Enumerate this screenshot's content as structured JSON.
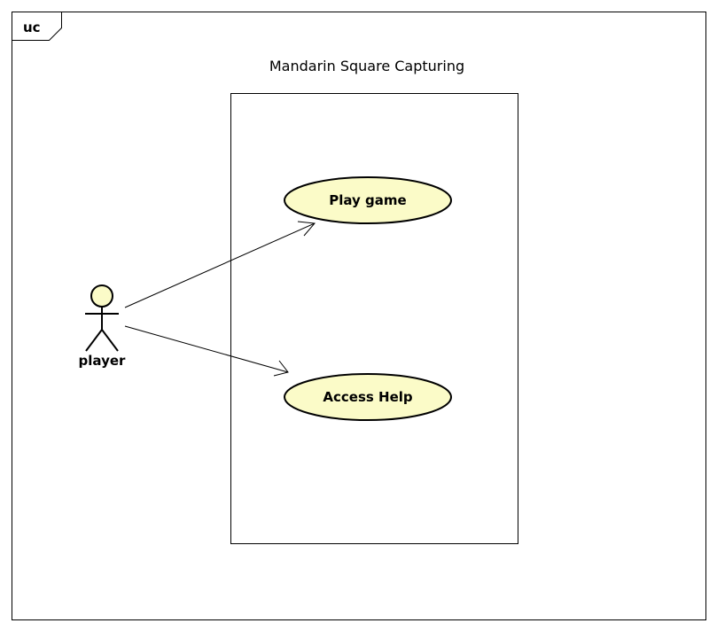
{
  "frame": {
    "kind": "uc"
  },
  "system": {
    "name": "Mandarin Square Capturing"
  },
  "actor": {
    "name": "player"
  },
  "use_cases": [
    {
      "label": "Play game"
    },
    {
      "label": "Access Help"
    }
  ],
  "colors": {
    "use_case_fill": "#FBFBC8",
    "actor_head_fill": "#FBFBC8",
    "line": "#000000",
    "background": "#FFFFFF"
  }
}
